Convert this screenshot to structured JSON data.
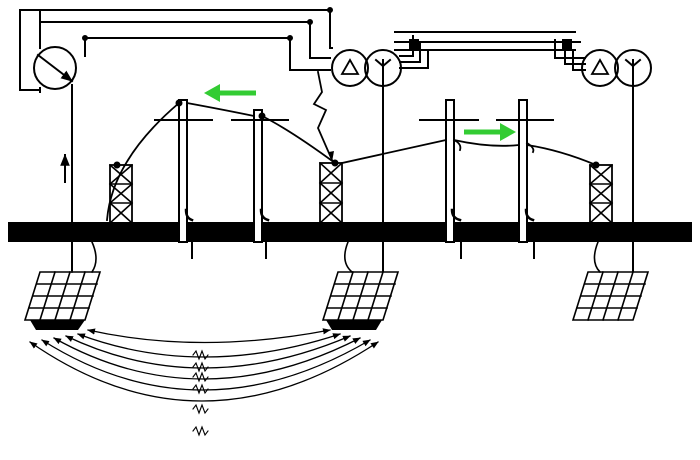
{
  "diagram": {
    "colors": {
      "line": "#000000",
      "background": "#ffffff",
      "current_arrow": "#33cc33",
      "grid_fill": "#ffffff"
    },
    "elements": {
      "measuring_instrument": "ammeter-circle",
      "transformer_left": "delta-wye",
      "transformer_right": "delta-wye",
      "fault": "lightning-zigzag",
      "arrow_left": "current-flow-left",
      "arrow_right": "current-flow-right",
      "arrow_up": "current-up",
      "resistor_symbols": 6,
      "earth_return_paths": 6
    }
  }
}
